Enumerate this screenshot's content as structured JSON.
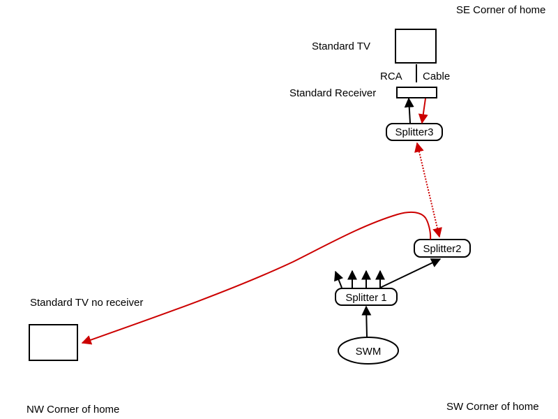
{
  "labels": {
    "se_corner": "SE Corner of home",
    "nw_corner": "NW Corner of home",
    "sw_corner": "SW Corner of home",
    "standard_tv": "Standard TV",
    "standard_receiver": "Standard Receiver",
    "rca": "RCA",
    "cable": "Cable",
    "tv_no_receiver": "Standard TV no receiver"
  },
  "nodes": {
    "splitter3": "Splitter3",
    "splitter2": "Splitter2",
    "splitter1": "Splitter 1",
    "swm": "SWM"
  },
  "colors": {
    "line": "#000000",
    "highlight": "#cc0000"
  }
}
